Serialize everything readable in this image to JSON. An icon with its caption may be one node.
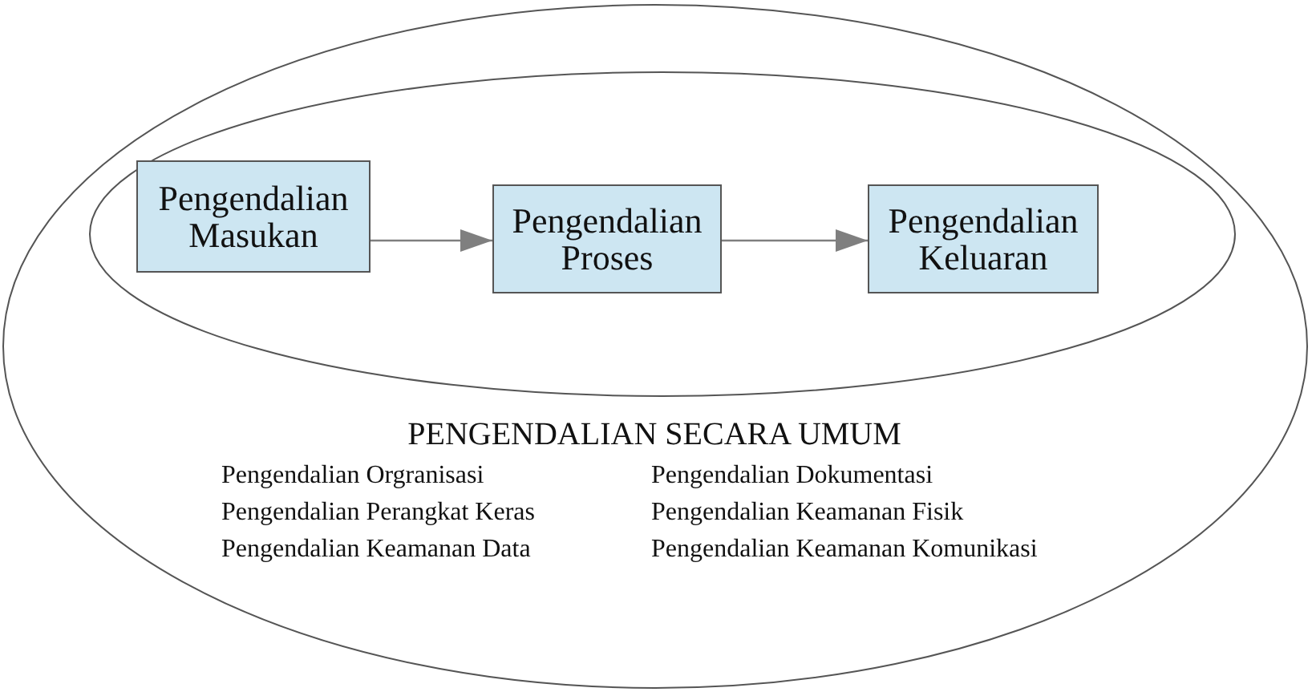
{
  "diagram": {
    "nodes": [
      {
        "text": [
          "PENGENDALIAN SECARA UMUM",
          "Pengendalian Orgranisasi",
          "Pengendalian Dokumentasi",
          "Pengendalian Perangkat Keras",
          "Pengendalian Keamanan Fisik",
          "Pengendalian Keamanan Data",
          "Pengendalian Keamanan Komunikasi"
        ]
      },
      {
        "text": [],
        "shape": "ellipse",
        "in": 0
      },
      {
        "text": [
          "Pengendalian Masukan"
        ],
        "in": 1
      },
      {
        "text": [
          "Pengendalian Proses"
        ],
        "in": 1
      },
      {
        "text": [
          "Pengendalian Keluaran"
        ],
        "in": 1
      }
    ],
    "edges": [
      {
        "from": 2,
        "to": 3,
        "arrow": "to"
      },
      {
        "from": 3,
        "to": 4,
        "arrow": "to"
      }
    ]
  }
}
